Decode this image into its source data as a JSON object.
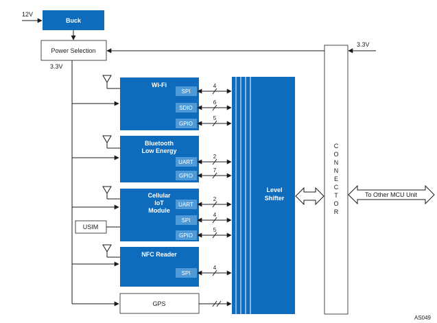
{
  "colors": {
    "block": "#0f6cbd",
    "port": "#4e9ad8",
    "line": "#1a1a1a",
    "white": "#ffffff"
  },
  "inputs": {
    "v12": "12V",
    "v33_left": "3.3V",
    "v33_right": "3.3V"
  },
  "blocks": {
    "buck": "Buck",
    "power_selection": "Power Selection",
    "wifi": "Wi-Fi",
    "ble_line1": "Bluetooth",
    "ble_line2": "Low Energy",
    "cell_line1": "Cellular",
    "cell_line2": "IoT",
    "cell_line3": "Module",
    "nfc": "NFC Reader",
    "gps": "GPS",
    "usim": "USIM",
    "level_line1": "Level",
    "level_line2": "Shifter",
    "connector": [
      "C",
      "O",
      "N",
      "N",
      "E",
      "C",
      "T",
      "O",
      "R"
    ],
    "other_mcu": "To Other MCU Unit"
  },
  "ports": {
    "wifi": [
      "SPI",
      "SDIO",
      "GPIO"
    ],
    "ble": [
      "UART",
      "GPIO"
    ],
    "cell": [
      "UART",
      "SPI",
      "GPIO"
    ],
    "nfc": [
      "SPI"
    ]
  },
  "bus_widths": {
    "wifi": [
      "4",
      "6",
      "5"
    ],
    "ble": [
      "2",
      "7"
    ],
    "cell": [
      "2",
      "4",
      "5"
    ],
    "nfc": [
      "4"
    ]
  },
  "figure_id": "AS049"
}
